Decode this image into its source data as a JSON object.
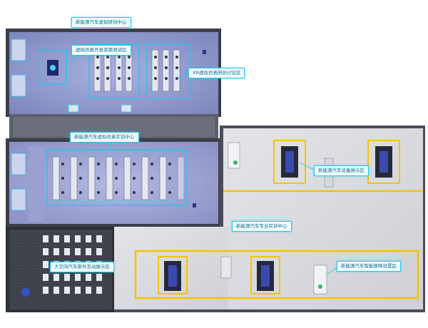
{
  "zones": {
    "virtual_rd_center": "新能源汽车虚拟研创中心",
    "virtual_dev_test": "虚拟仿真开发资源测试区",
    "xr_discussion": "XR虚拟仿真研创讨论区",
    "virtual_training_center": "新能源汽车虚拟仿真实训中心",
    "equipment_display": "新能源汽车设备展示区",
    "professional_training_center": "新能源汽车专业实训中心",
    "parts_interactive_display": "大空间汽车部件互动展示区",
    "fault_setting": "新能源汽车智能故障设置区"
  },
  "colors": {
    "accent": "#22c7e8",
    "floor_blue": "#8a93c8",
    "floor_grey": "#dcdde2",
    "safety_line": "#f5c400",
    "wall": "#4a4d57"
  }
}
